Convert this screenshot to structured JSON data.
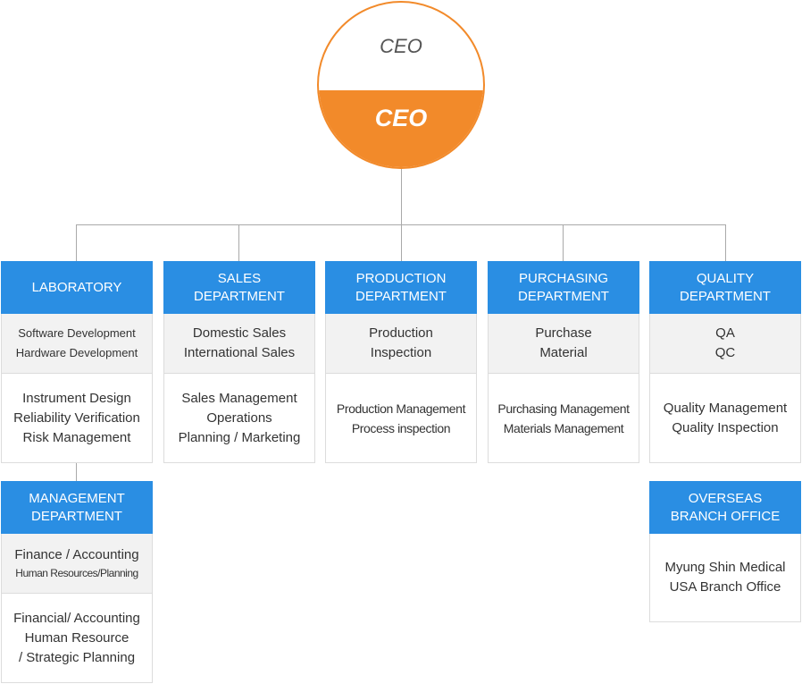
{
  "ceo": {
    "top_label": "CEO",
    "main_label": "CEO"
  },
  "colors": {
    "ceo_accent": "#f28a2a",
    "dept_header": "#2a8ee3",
    "connector": "#a9a9a9"
  },
  "departments": [
    {
      "title": "LABORATORY",
      "groups": "Software Development\nHardware Development",
      "duties": "Instrument Design\nReliability Verification\nRisk Management"
    },
    {
      "title": "SALES\nDEPARTMENT",
      "groups": "Domestic Sales\nInternational Sales",
      "duties": "Sales Management\nOperations\nPlanning / Marketing"
    },
    {
      "title": "PRODUCTION\nDEPARTMENT",
      "groups": "Production\nInspection",
      "duties": "Production Management\nProcess inspection"
    },
    {
      "title": "PURCHASING\nDEPARTMENT",
      "groups": "Purchase\nMaterial",
      "duties": "Purchasing Management\nMaterials Management"
    },
    {
      "title": "QUALITY\nDEPARTMENT",
      "groups": "QA\nQC",
      "duties": "Quality Management\nQuality Inspection"
    }
  ],
  "management": {
    "title": "MANAGEMENT\nDEPARTMENT",
    "groups_line1": "Finance / Accounting",
    "groups_line2": "Human Resources/Planning",
    "duties": "Financial/ Accounting\nHuman Resource\n/ Strategic Planning"
  },
  "overseas": {
    "title": "OVERSEAS\nBRANCH OFFICE",
    "duties": "Myung Shin Medical\nUSA Branch Office"
  }
}
